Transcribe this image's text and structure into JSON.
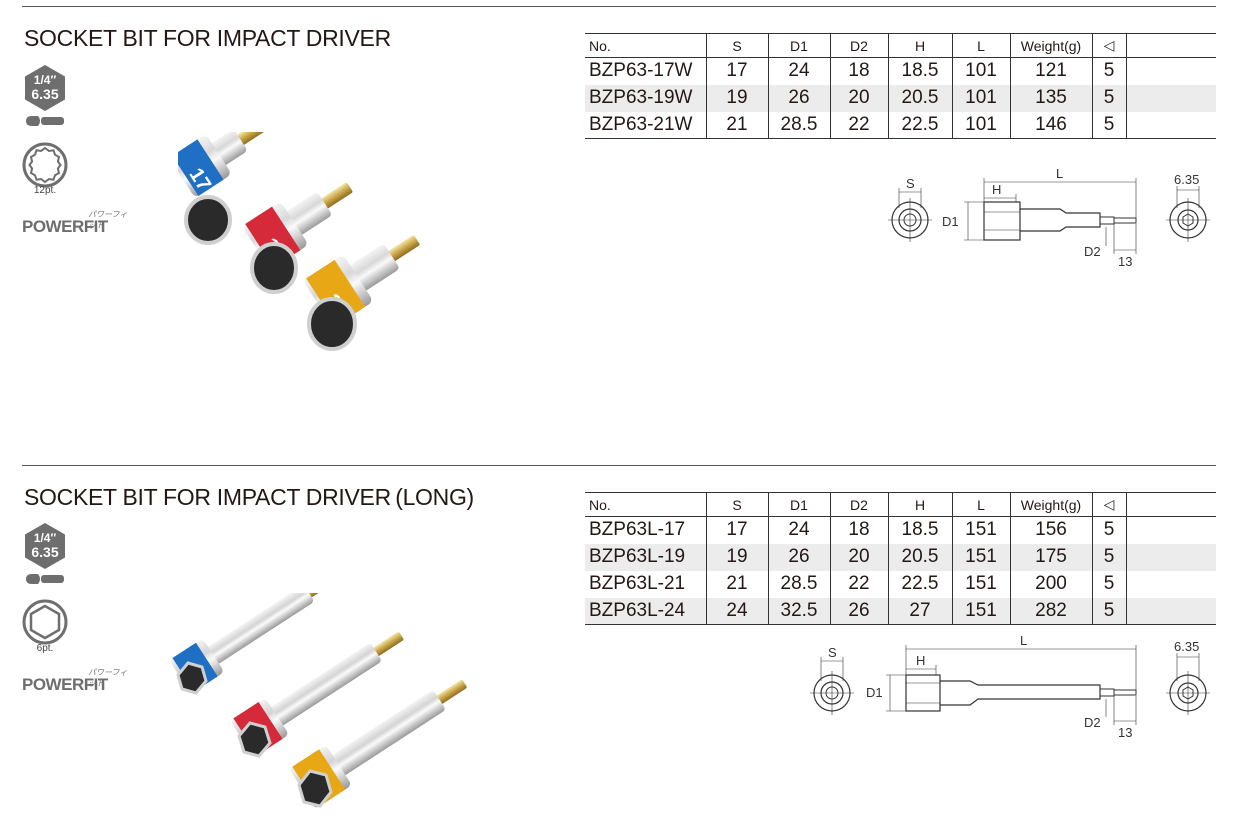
{
  "sections": [
    {
      "title": "SOCKET BIT FOR IMPACT DRIVER",
      "drive_badge": {
        "line1": "1/4″",
        "line2": "6.35"
      },
      "point_label": "12pt.",
      "brand": "POWERFIT",
      "brand_jp": "パワーフィット",
      "table": {
        "headers": [
          "No.",
          "S",
          "D1",
          "D2",
          "H",
          "L",
          "Weight(g)",
          "◁",
          ""
        ],
        "rows": [
          [
            "BZP63-17W",
            "17",
            "24",
            "18",
            "18.5",
            "101",
            "121",
            "5",
            ""
          ],
          [
            "BZP63-19W",
            "19",
            "26",
            "20",
            "20.5",
            "101",
            "135",
            "5",
            ""
          ],
          [
            "BZP63-21W",
            "21",
            "28.5",
            "22",
            "22.5",
            "101",
            "146",
            "5",
            ""
          ]
        ]
      },
      "diagram": {
        "s": "S",
        "d1": "D1",
        "d2": "D2",
        "h": "H",
        "l": "L",
        "hex": "6.35",
        "tip": "13"
      },
      "sizes": [
        "17",
        "19",
        "21"
      ]
    },
    {
      "title": "SOCKET BIT FOR IMPACT DRIVER (LONG)",
      "drive_badge": {
        "line1": "1/4″",
        "line2": "6.35"
      },
      "point_label": "6pt.",
      "brand": "POWERFIT",
      "brand_jp": "パワーフィット",
      "table": {
        "headers": [
          "No.",
          "S",
          "D1",
          "D2",
          "H",
          "L",
          "Weight(g)",
          "◁",
          ""
        ],
        "rows": [
          [
            "BZP63L-17",
            "17",
            "24",
            "18",
            "18.5",
            "151",
            "156",
            "5",
            ""
          ],
          [
            "BZP63L-19",
            "19",
            "26",
            "20",
            "20.5",
            "151",
            "175",
            "5",
            ""
          ],
          [
            "BZP63L-21",
            "21",
            "28.5",
            "22",
            "22.5",
            "151",
            "200",
            "5",
            ""
          ],
          [
            "BZP63L-24",
            "24",
            "32.5",
            "26",
            "27",
            "151",
            "282",
            "5",
            ""
          ]
        ]
      },
      "diagram": {
        "s": "S",
        "d1": "D1",
        "d2": "D2",
        "h": "H",
        "l": "L",
        "hex": "6.35",
        "tip": "13"
      },
      "sizes": [
        "17",
        "19",
        "21"
      ]
    }
  ],
  "colors": {
    "blue": "#1f6fc4",
    "red": "#d42a3a",
    "yellow": "#e8a816",
    "badge": "#6e6e6e",
    "rule": "#555555"
  }
}
